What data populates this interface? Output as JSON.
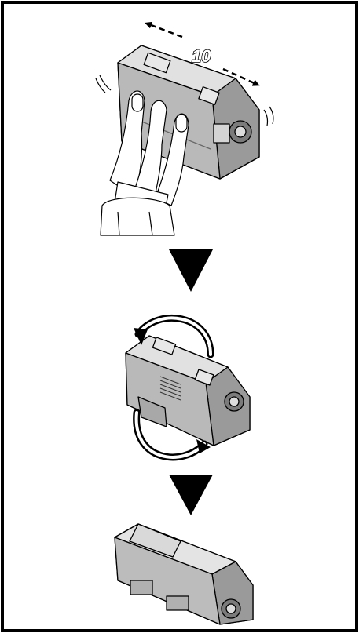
{
  "figure": {
    "shake_count": "10",
    "icons": [
      "shake-direction-arrows",
      "step-arrow-down",
      "rotate-arrows"
    ],
    "colors": {
      "ink": "#000000",
      "toner_body": "#cfcfcf",
      "toner_shadow": "#8c8c8c",
      "toner_dark": "#5a5a5a",
      "background": "#ffffff"
    },
    "steps": [
      {
        "illustration": "shake-toner-cartridge"
      },
      {
        "illustration": "rotate-toner-cartridge"
      },
      {
        "illustration": "toner-cartridge-ready"
      }
    ]
  }
}
